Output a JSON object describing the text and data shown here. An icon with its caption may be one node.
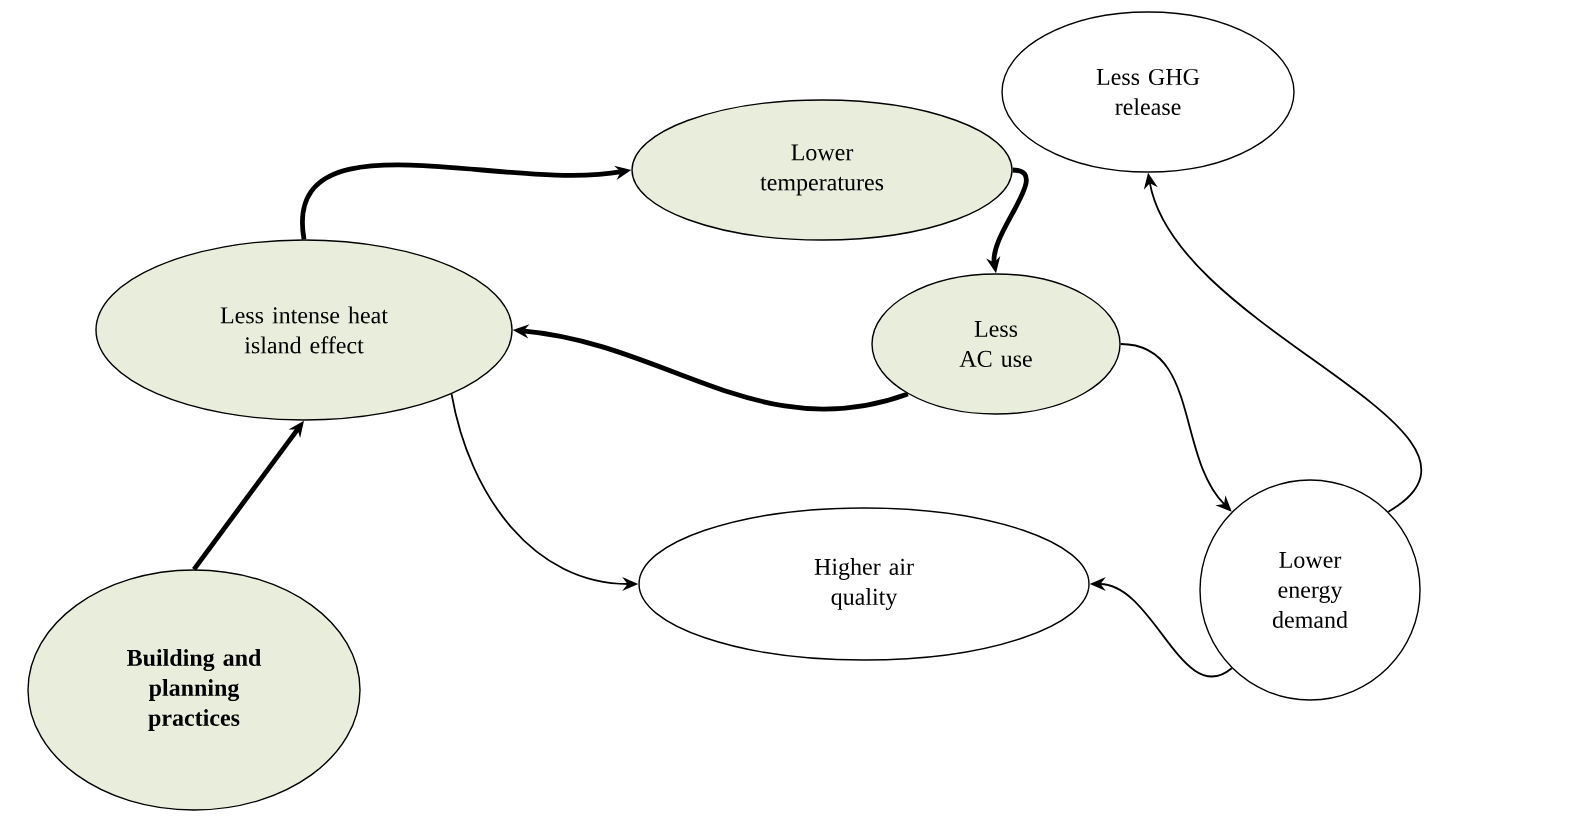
{
  "diagram": {
    "nodes": [
      {
        "text": [
          "Lower temperatures"
        ]
      },
      {
        "text": [
          "Less GHG release"
        ]
      },
      {
        "text": [
          "Less intense heat island effect"
        ]
      },
      {
        "text": [
          "Less AC use"
        ]
      },
      {
        "text": [
          "Lower energy demand"
        ]
      },
      {
        "text": [
          "Higher air quality"
        ]
      },
      {
        "text": [
          "**Building and planning practices**"
        ]
      }
    ],
    "edges": [
      {
        "from": 6,
        "to": 2,
        "arrow": "to",
        "style": "thick"
      },
      {
        "from": 2,
        "to": 0,
        "arrow": "to",
        "style": "thick"
      },
      {
        "from": 0,
        "to": 3,
        "arrow": "to",
        "style": "thick"
      },
      {
        "from": 3,
        "to": 2,
        "arrow": "to",
        "style": "thick"
      },
      {
        "from": 3,
        "to": 4,
        "arrow": "to"
      },
      {
        "from": 4,
        "to": 1,
        "arrow": "to"
      },
      {
        "from": 4,
        "to": 5,
        "arrow": "to"
      },
      {
        "from": 2,
        "to": 5,
        "arrow": "to"
      }
    ]
  }
}
